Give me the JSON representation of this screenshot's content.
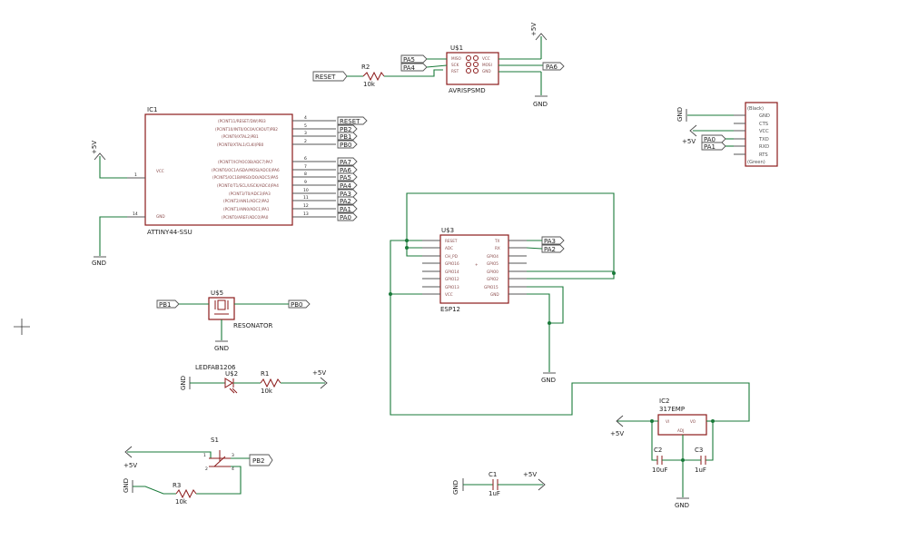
{
  "schematic": {
    "reset_label": "RESET",
    "r2": {
      "name": "R2",
      "value": "10k"
    },
    "u1": {
      "name": "U$1",
      "value": "AVRISPSMD"
    },
    "u1_tags": {
      "pa5": "PA5",
      "pa4": "PA4",
      "pa6": "PA6"
    },
    "u1_pins": {
      "l1": "MISO",
      "l2": "SCK",
      "l3": "RST",
      "r1": "VCC",
      "r2": "MOSI",
      "r3": "GND"
    },
    "top_power": "+5V",
    "top_gnd": "GND",
    "ic1": {
      "name": "IC1",
      "value": "ATTINY44-SSU"
    },
    "ic1_pins": {
      "p4": "(PCINT11/RESET/DW)PB3",
      "p5": "(PCINT10/INT0/OC0A/CKOUT)PB2",
      "p3": "(PCINT9/XTAL2)PB1",
      "p2": "(PCINT8/XTAL1/CLKI)PB0",
      "p6": "(PCINT7/ICP/OC0B/ADC7)PA7",
      "p7": "(PCINT6/OC1A/SDA/MOSI/ADC6)PA6",
      "p8": "(PCINT5/OC1B/MISO/DO/ADC5)PA5",
      "p9": "(PCINT4/T1/SCL/USCK/ADC4)PA4",
      "p10": "(PCINT3/T0/ADC3)PA3",
      "p11": "(PCINT2/AIN1/ADC2)PA2",
      "p12": "(PCINT1/AIN0/ADC1)PA1",
      "p13": "(PCINT0/AREF/ADC0)PA0",
      "vcc": "VCC",
      "gnd": "GND"
    },
    "ic1_pin_numbers": {
      "p4": "4",
      "p5": "5",
      "p3": "3",
      "p2": "2",
      "p6": "6",
      "p7": "7",
      "p8": "8",
      "p9": "9",
      "p10": "10",
      "p11": "11",
      "p12": "12",
      "p13": "13",
      "p1": "1",
      "p14": "14"
    },
    "ic1_tags": {
      "reset": "RESET",
      "pb2": "PB2",
      "pb1": "PB1",
      "pb0": "PB0",
      "pa7": "PA7",
      "pa6": "PA6",
      "pa5": "PA5",
      "pa4": "PA4",
      "pa3": "PA3",
      "pa2": "PA2",
      "pa1": "PA1",
      "pa0": "PA0"
    },
    "ic1_power": "+5V",
    "ic1_gnd": "GND",
    "ftdi": {
      "top": "(Black)",
      "bottom": "(Green)",
      "pins": [
        "GND",
        "CTS",
        "VCC",
        "TXD",
        "RXD",
        "RTS"
      ],
      "gnd": "GND",
      "power": "+5V",
      "pa0": "PA0",
      "pa1": "PA1"
    },
    "u3": {
      "name": "U$3",
      "value": "ESP12"
    },
    "u3_left_pins": [
      "RESET",
      "ADC",
      "CH_PD",
      "GPIO16",
      "GPIO14",
      "GPIO12",
      "GPIO13",
      "VCC"
    ],
    "u3_right_pins": [
      "TX",
      "RX",
      "GPIO4",
      "GPIO5",
      "GPIO0",
      "GPIO2",
      "GPIO15",
      "GND"
    ],
    "u3_tags": {
      "pa3": "PA3",
      "pa2": "PA2"
    },
    "u3_gnd": "GND",
    "u5": {
      "name": "U$5",
      "value": "RESONATOR"
    },
    "u5_tags": {
      "pb1": "PB1",
      "pb0": "PB0"
    },
    "u5_gnd": "GND",
    "led": {
      "part": "LEDFAB1206",
      "name": "U$2"
    },
    "r1": {
      "name": "R1",
      "value": "10k"
    },
    "led_gnd": "GND",
    "led_power": "+5V",
    "s1": {
      "name": "S1",
      "pb2": "PB2",
      "power": "+5V",
      "gnd": "GND"
    },
    "r3": {
      "name": "R3",
      "value": "10k"
    },
    "c1": {
      "name": "C1",
      "value": "1uF",
      "gnd": "GND",
      "power": "+5V"
    },
    "ic2": {
      "name": "IC2",
      "value": "317EMP",
      "vi": "VI",
      "vo": "VO",
      "adj": "ADJ"
    },
    "ic2_power": "+5V",
    "c2": {
      "name": "C2",
      "value": "10uF"
    },
    "c3": {
      "name": "C3",
      "value": "1uF"
    },
    "ic2_gnd": "GND"
  }
}
